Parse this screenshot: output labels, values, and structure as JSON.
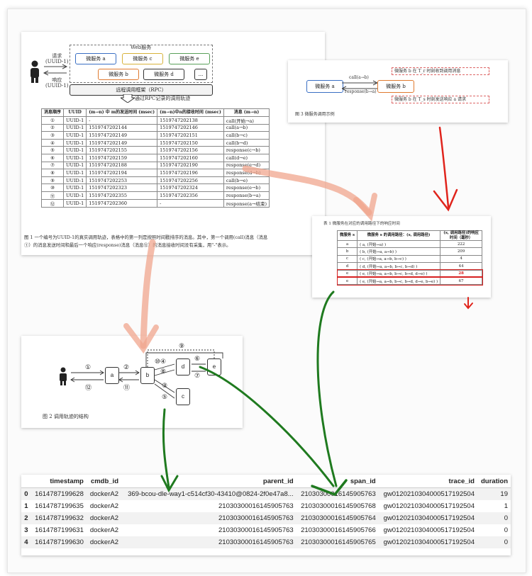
{
  "figure1": {
    "web_label": "Web服务",
    "request_label": "请求",
    "request_uuid": "(UUID-1)",
    "response_label": "响应",
    "response_uuid": "(UUID-1)",
    "services": [
      "微服务 a",
      "微服务 c",
      "微服务 e",
      "微服务 b",
      "微服务 d",
      "..."
    ],
    "rpc_label": "远程调用框架（RPC）",
    "rpc_note": "通过RPC记录的调用轨迹",
    "headers": [
      "消息顺序",
      "UUID",
      "(m→n) 中 m的发送时间 (msec)",
      "(m→n)中n的接收时间 (msec)",
      "消息 (m→n)"
    ],
    "rows": [
      [
        "①",
        "UUID-1",
        "-",
        "1519747202138",
        "call(开始→a)"
      ],
      [
        "②",
        "UUID-1",
        "1519747202144",
        "1519747202146",
        "call(a→b)"
      ],
      [
        "③",
        "UUID-1",
        "1519747202149",
        "1519747202151",
        "call(b→c)"
      ],
      [
        "④",
        "UUID-1",
        "1519747202149",
        "1519747202150",
        "call(b→d)"
      ],
      [
        "⑤",
        "UUID-1",
        "1519747202155",
        "1519747202156",
        "response(c→b)"
      ],
      [
        "⑥",
        "UUID-1",
        "1519747202159",
        "1519747202160",
        "call(d→e)"
      ],
      [
        "⑦",
        "UUID-1",
        "1519747202188",
        "1519747202190",
        "response(e→d)"
      ],
      [
        "⑧",
        "UUID-1",
        "1519747202194",
        "1519747202196",
        "response(d→b)"
      ],
      [
        "⑨",
        "UUID-1",
        "1519747202253",
        "1519747202256",
        "call(b→e)"
      ],
      [
        "⑩",
        "UUID-1",
        "1519747202323",
        "1519747202324",
        "response(e→b)"
      ],
      [
        "⑪",
        "UUID-1",
        "1519747202355",
        "1519747202356",
        "response(b→a)"
      ],
      [
        "⑫",
        "UUID-1",
        "1519747202360",
        "-",
        "response(a→结束)"
      ]
    ],
    "caption_line1": "图 1 一个编号为UUID-1的真实调用轨迹，表格中的第一列是按照时间戳排序的消息。其中，第一个调用(call)消息（消息",
    "caption_line2": "①）的消息发送时间和最后一个响应(response)消息（消息⑫）的消息接收时间没有采集，用\"-\"表示。"
  },
  "figure2": {
    "service_a": "微服务 a",
    "service_b": "微服务 b",
    "call_label": "call(a→b)",
    "response_label": "response(b→a)",
    "note_top": "微服务 b 在 T_r 时刻收到调用消息",
    "note_bottom": "微服务 b 在 T_s 时刻发送响应 a 请求",
    "caption": "图 3 微服务调用示例"
  },
  "figure3": {
    "title": "表 1 微服务在对应的调用路径下的响应时间",
    "headers": [
      "微服务 s",
      "微服务 s 的调用路径：(s, 调用路径)",
      "(s, 调用路径)的响应时间（毫秒）"
    ],
    "rows": [
      [
        "a",
        "( a, (开始→a) )",
        "222"
      ],
      [
        "b",
        "( b, (开始→a, a→b) )",
        "209"
      ],
      [
        "c",
        "( c, (开始→a, a→b, b→c) )",
        "4"
      ],
      [
        "d",
        "( d, (开始→a, a→b, b→c, b→d) )",
        "44"
      ],
      [
        "e",
        "( e, (开始→a, a→b, b→c, b→d, d→e) )",
        "28"
      ],
      [
        "e",
        "( e, (开始→a, a→b, b→c, b→d, d→e, b→e) )",
        "67"
      ]
    ],
    "highlight_color": "#d62020"
  },
  "figure4": {
    "nodes": [
      "a",
      "b",
      "d",
      "e",
      "c"
    ],
    "caption": "图 2 调用轨迹的结构"
  },
  "dataframe": {
    "columns": [
      "",
      "timestamp",
      "cmdb_id",
      "parent_id",
      "span_id",
      "trace_id",
      "duration"
    ],
    "rows": [
      [
        "0",
        "1614787199628",
        "dockerA2",
        "369-bcou-dle-way1-c514cf30-43410@0824-2f0e47a8...",
        "21030300016145905763",
        "gw0120210304000517192504",
        "19"
      ],
      [
        "1",
        "1614787199635",
        "dockerA2",
        "21030300016145905763",
        "21030300016145905768",
        "gw0120210304000517192504",
        "1"
      ],
      [
        "2",
        "1614787199632",
        "dockerA2",
        "21030300016145905763",
        "21030300016145905764",
        "gw0120210304000517192504",
        "0"
      ],
      [
        "3",
        "1614787199631",
        "dockerA2",
        "21030300016145905763",
        "21030300016145905766",
        "gw0120210304000517192504",
        "0"
      ],
      [
        "4",
        "1614787199630",
        "dockerA2",
        "21030300016145905763",
        "21030300016145905765",
        "gw0120210304000517192504",
        "0"
      ]
    ]
  },
  "annotation_colors": {
    "pink": "#f0a58e",
    "red": "#e0241c",
    "green": "#1f7a1f"
  }
}
